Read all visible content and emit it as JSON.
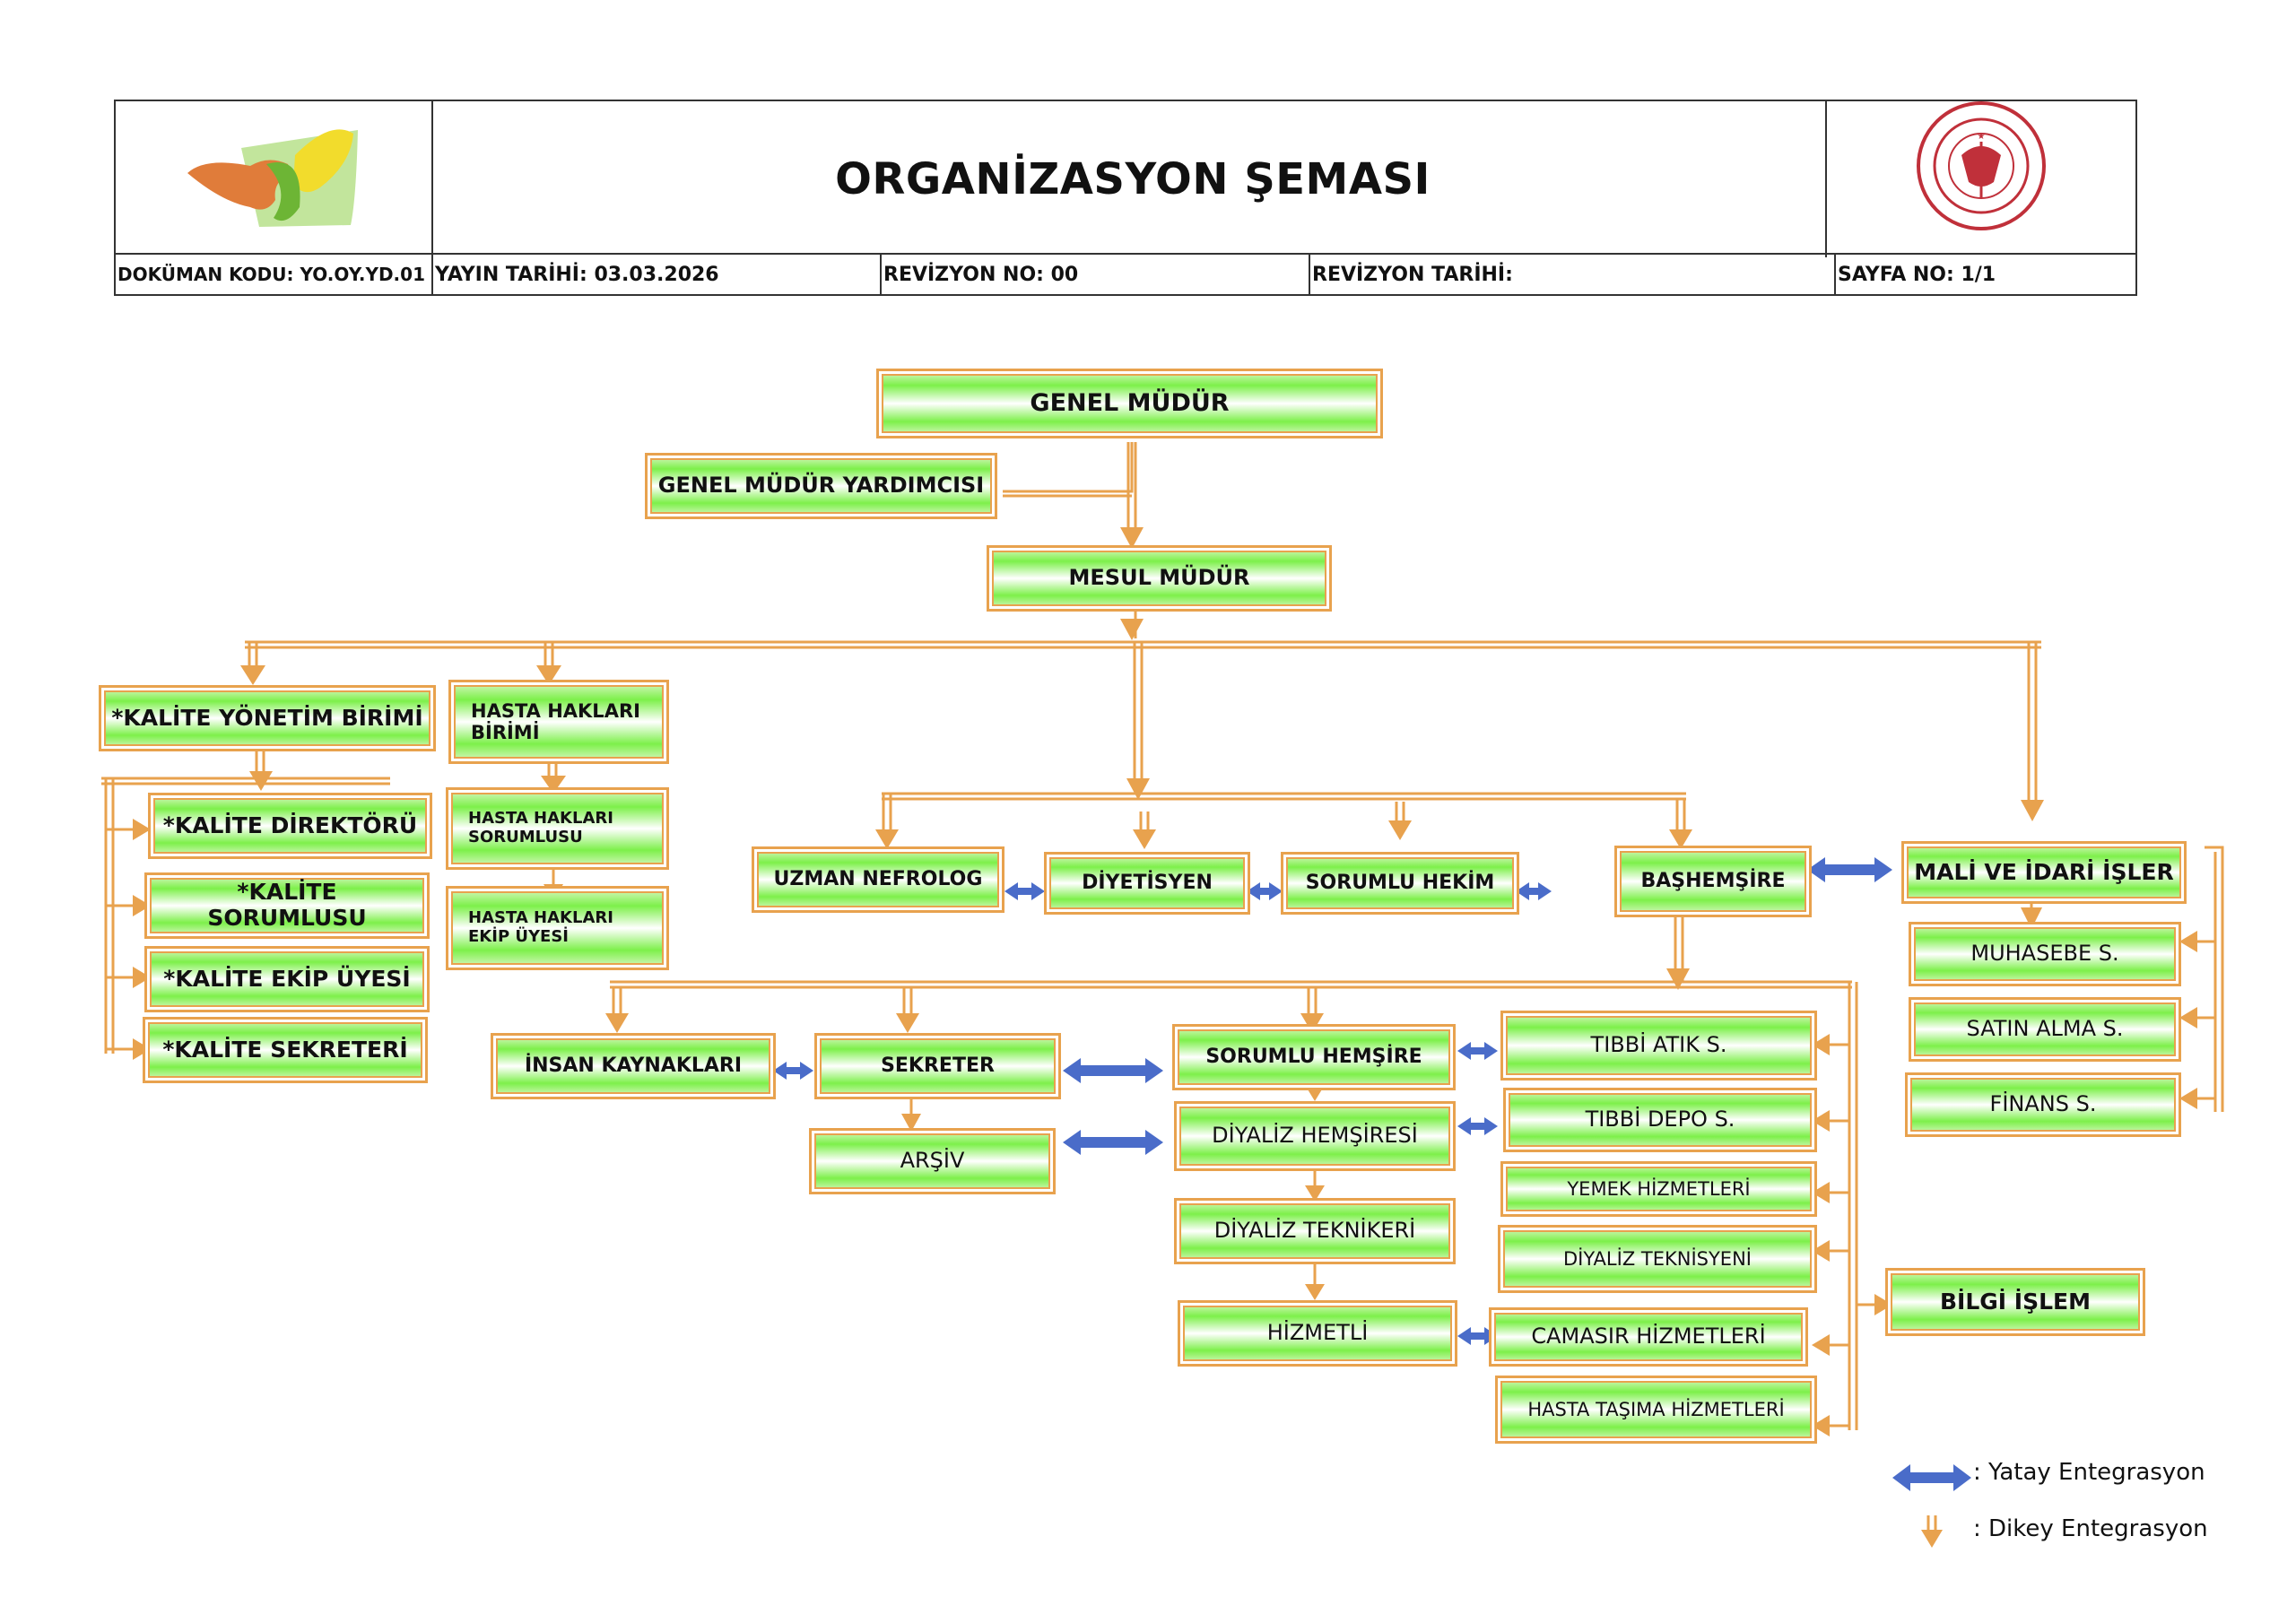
{
  "header": {
    "title": "ORGANİZASYON ŞEMASI",
    "doc_code": "DOKÜMAN KODU: YO.OY.YD.01",
    "publish_date": "YAYIN TARİHİ: 03.03.2026",
    "revision_no": "REVİZYON NO: 00",
    "revision_date": "REVİZYON TARİHİ:",
    "page_no": "SAYFA NO: 1/1"
  },
  "colors": {
    "box_border": "#e8a24e",
    "box_green": "#7df04a",
    "vertical_arrow": "#e8a24e",
    "horizontal_arrow": "#4a6cc9"
  },
  "nodes": {
    "genel_mudur": "GENEL MÜDÜR",
    "genel_mudur_yardimcisi": "GENEL MÜDÜR YARDIMCISI",
    "mesul_mudur": "MESUL MÜDÜR",
    "kalite_yonetim_birimi": "*KALİTE YÖNETİM BİRİMİ",
    "kalite_direktoru": "*KALİTE DİREKTÖRÜ",
    "kalite_sorumlusu": "*KALİTE SORUMLUSU",
    "kalite_ekip_uyesi": "*KALİTE EKİP ÜYESİ",
    "kalite_sekreteri": "*KALİTE SEKRETERİ",
    "hasta_haklari_birimi": "HASTA HAKLARI BİRİMİ",
    "hasta_haklari_sorumlusu": "HASTA HAKLARI SORUMLUSU",
    "hasta_haklari_ekip_uyesi": "HASTA HAKLARI EKİP ÜYESİ",
    "uzman_nefrolog": "UZMAN NEFROLOG",
    "diyetisyen": "DİYETİSYEN",
    "sorumlu_hekim": "SORUMLU HEKİM",
    "bashemsire": "BAŞHEMŞİRE",
    "mali_idari_isler": "MALİ VE İDARİ İŞLER",
    "muhasebe": "MUHASEBE S.",
    "satin_alma": "SATIN ALMA S.",
    "finans": "FİNANS S.",
    "insan_kaynaklari": "İNSAN KAYNAKLARI",
    "sekreter": "SEKRETER",
    "arsiv": "ARŞİV",
    "sorumlu_hemsire": "SORUMLU HEMŞİRE",
    "diyaliz_hemsiresi": "DİYALİZ HEMŞİRESİ",
    "diyaliz_teknikeri": "DİYALİZ TEKNİKERİ",
    "hizmetli": "HİZMETLİ",
    "tibbi_atik": "TIBBİ ATIK S.",
    "tibbi_depo": "TIBBİ DEPO S.",
    "yemek_hizmetleri": "YEMEK HİZMETLERİ",
    "diyaliz_teknisyeni": "DİYALİZ TEKNİSYENİ",
    "camasir_hizmetleri": "CAMASIR HİZMETLERİ",
    "hasta_tasima": "HASTA TAŞIMA HİZMETLERİ",
    "bilgi_islem": "BİLGİ İŞLEM"
  },
  "legend": {
    "horizontal": ": Yatay Entegrasyon",
    "vertical": ": Dikey Entegrasyon"
  }
}
